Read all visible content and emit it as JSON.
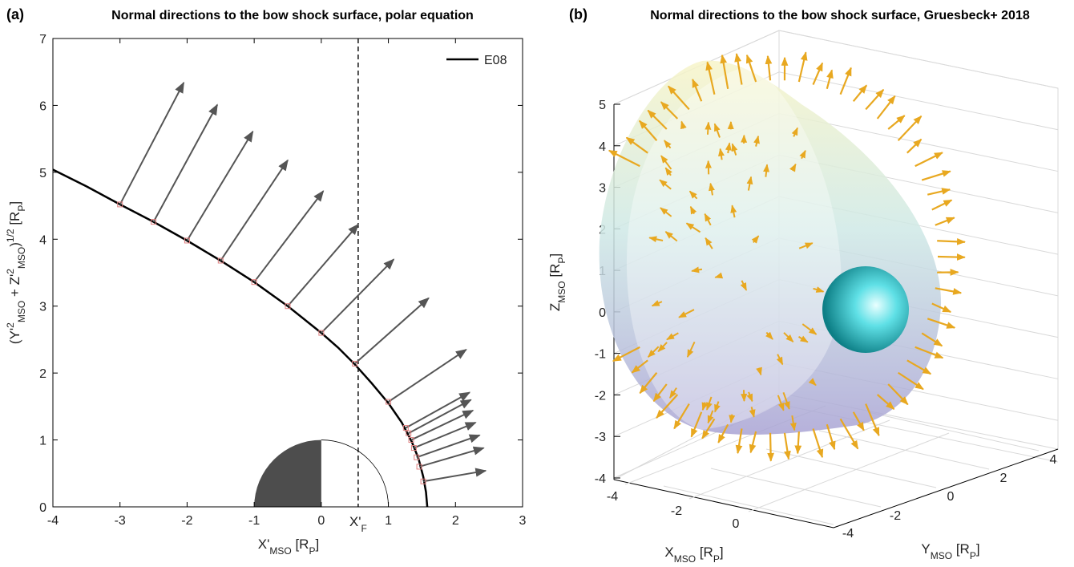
{
  "chart_data": [
    {
      "type": "line",
      "panel_label": "(a)",
      "title": "Normal directions to the bow shock surface, polar equation",
      "xlabel": "X'MSO [RP]",
      "ylabel": "(Y'2MSO + Z'2MSO)1/2 [RP]",
      "xlim": [
        -4,
        3
      ],
      "ylim": [
        0,
        7
      ],
      "xticks": [
        -4,
        -3,
        -2,
        -1,
        0,
        1,
        2,
        3
      ],
      "yticks": [
        0,
        1,
        2,
        3,
        4,
        5,
        6,
        7
      ],
      "legend": {
        "entry": "E08",
        "position": "top-right"
      },
      "xf_value": 0.55,
      "xf_label": "X'F",
      "series": [
        {
          "name": "E08",
          "x": [
            -4.0,
            -3.5,
            -3.0,
            -2.5,
            -2.0,
            -1.5,
            -1.0,
            -0.5,
            0.0,
            0.25,
            0.5,
            0.75,
            1.0,
            1.2,
            1.35,
            1.45,
            1.52,
            1.56,
            1.58
          ],
          "y": [
            5.04,
            4.79,
            4.52,
            4.26,
            3.98,
            3.68,
            3.36,
            3.0,
            2.6,
            2.38,
            2.13,
            1.85,
            1.55,
            1.26,
            0.97,
            0.72,
            0.45,
            0.22,
            0.0
          ]
        }
      ],
      "normals": [
        {
          "x": -3.0,
          "y": 4.52,
          "dx": 0.95,
          "dy": 1.82
        },
        {
          "x": -2.5,
          "y": 4.26,
          "dx": 0.95,
          "dy": 1.75
        },
        {
          "x": -2.0,
          "y": 3.98,
          "dx": 0.98,
          "dy": 1.63
        },
        {
          "x": -1.5,
          "y": 3.68,
          "dx": 1.0,
          "dy": 1.5
        },
        {
          "x": -1.0,
          "y": 3.36,
          "dx": 1.03,
          "dy": 1.36
        },
        {
          "x": -0.5,
          "y": 3.0,
          "dx": 1.05,
          "dy": 1.22
        },
        {
          "x": 0.0,
          "y": 2.6,
          "dx": 1.08,
          "dy": 1.1
        },
        {
          "x": 0.5,
          "y": 2.14,
          "dx": 1.1,
          "dy": 0.98
        },
        {
          "x": 1.0,
          "y": 1.57,
          "dx": 1.16,
          "dy": 0.78
        },
        {
          "x": 1.26,
          "y": 1.18,
          "dx": 0.95,
          "dy": 0.53
        },
        {
          "x": 1.3,
          "y": 1.1,
          "dx": 0.93,
          "dy": 0.5
        },
        {
          "x": 1.34,
          "y": 1.0,
          "dx": 0.92,
          "dy": 0.44
        },
        {
          "x": 1.38,
          "y": 0.88,
          "dx": 0.92,
          "dy": 0.38
        },
        {
          "x": 1.42,
          "y": 0.74,
          "dx": 0.94,
          "dy": 0.33
        },
        {
          "x": 1.46,
          "y": 0.6,
          "dx": 0.96,
          "dy": 0.28
        },
        {
          "x": 1.52,
          "y": 0.38,
          "dx": 0.93,
          "dy": 0.16
        }
      ],
      "planet_radius": 1,
      "colors": {
        "curve": "#000000",
        "arrow": "#555555",
        "planet_night": "#4d4d4d",
        "marker": "#e08080"
      }
    },
    {
      "type": "scatter",
      "panel_label": "(b)",
      "title": "Normal directions to the bow shock surface, Gruesbeck+ 2018",
      "xlabel": "XMSO [RP]",
      "ylabel": "YMSO [RP]",
      "zlabel": "ZMSO [RP]",
      "xticks": [
        -4,
        -2,
        0
      ],
      "yticks": [
        -4,
        -2,
        0,
        2,
        4
      ],
      "zticks": [
        -4,
        -3,
        -2,
        -1,
        0,
        1,
        2,
        3,
        4,
        5
      ],
      "colors": {
        "arrow": "#e8a820",
        "surface_top": "#f7f4c8",
        "surface_mid": "#cfe9e6",
        "surface_bottom": "#a9a3d4",
        "planet": "#18b3b8"
      }
    }
  ]
}
